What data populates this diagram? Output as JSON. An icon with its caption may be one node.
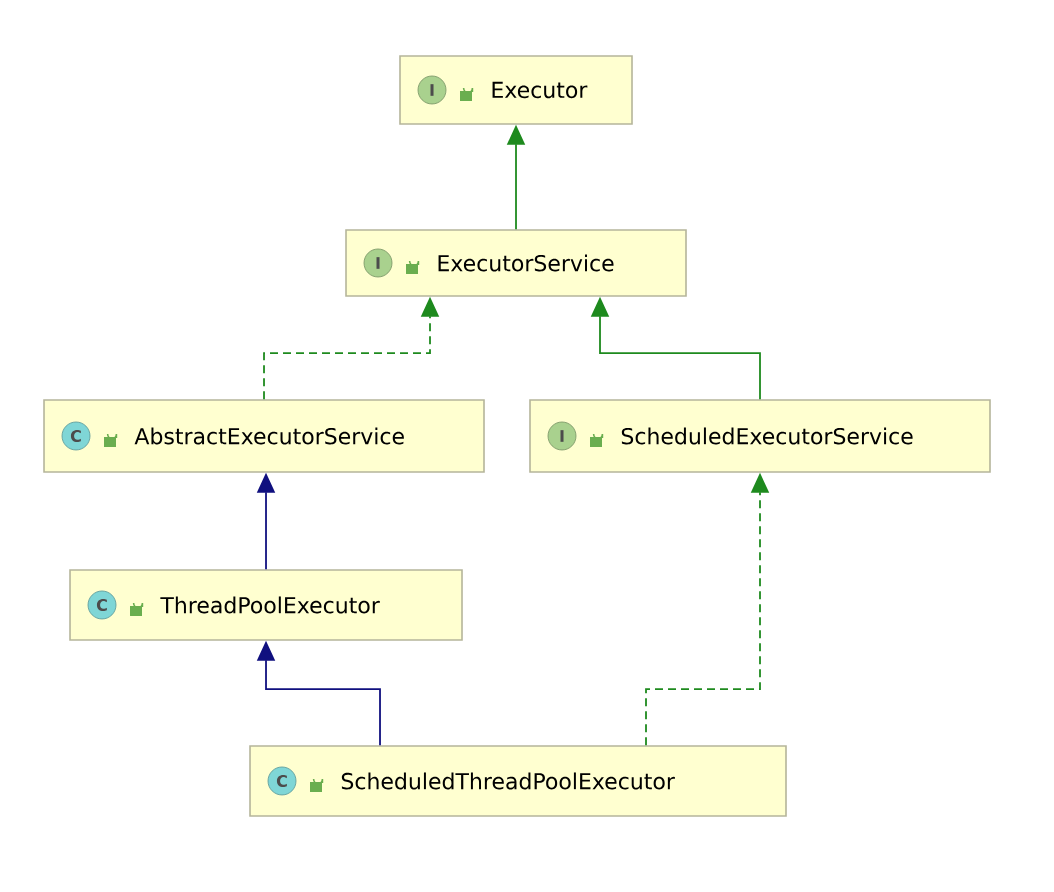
{
  "diagram": {
    "nodes": [
      {
        "text": [
          "I",
          "Executor"
        ]
      },
      {
        "text": [
          "I",
          "ExecutorService"
        ]
      },
      {
        "text": [
          "C",
          "AbstractExecutorService"
        ]
      },
      {
        "text": [
          "I",
          "ScheduledExecutorService"
        ]
      },
      {
        "text": [
          "C",
          "ThreadPoolExecutor"
        ]
      },
      {
        "text": [
          "C",
          "ScheduledThreadPoolExecutor"
        ]
      }
    ],
    "edges": [
      {
        "from": 1,
        "to": 0,
        "arrow": "to"
      },
      {
        "from": 2,
        "to": 1,
        "arrow": "to",
        "style": "dashed"
      },
      {
        "from": 3,
        "to": 1,
        "arrow": "to"
      },
      {
        "from": 4,
        "to": 2,
        "arrow": "to",
        "color": "#10107f"
      },
      {
        "from": 5,
        "to": 4,
        "arrow": "to",
        "color": "#10107f"
      },
      {
        "from": 5,
        "to": 3,
        "arrow": "to",
        "style": "dashed"
      }
    ]
  }
}
